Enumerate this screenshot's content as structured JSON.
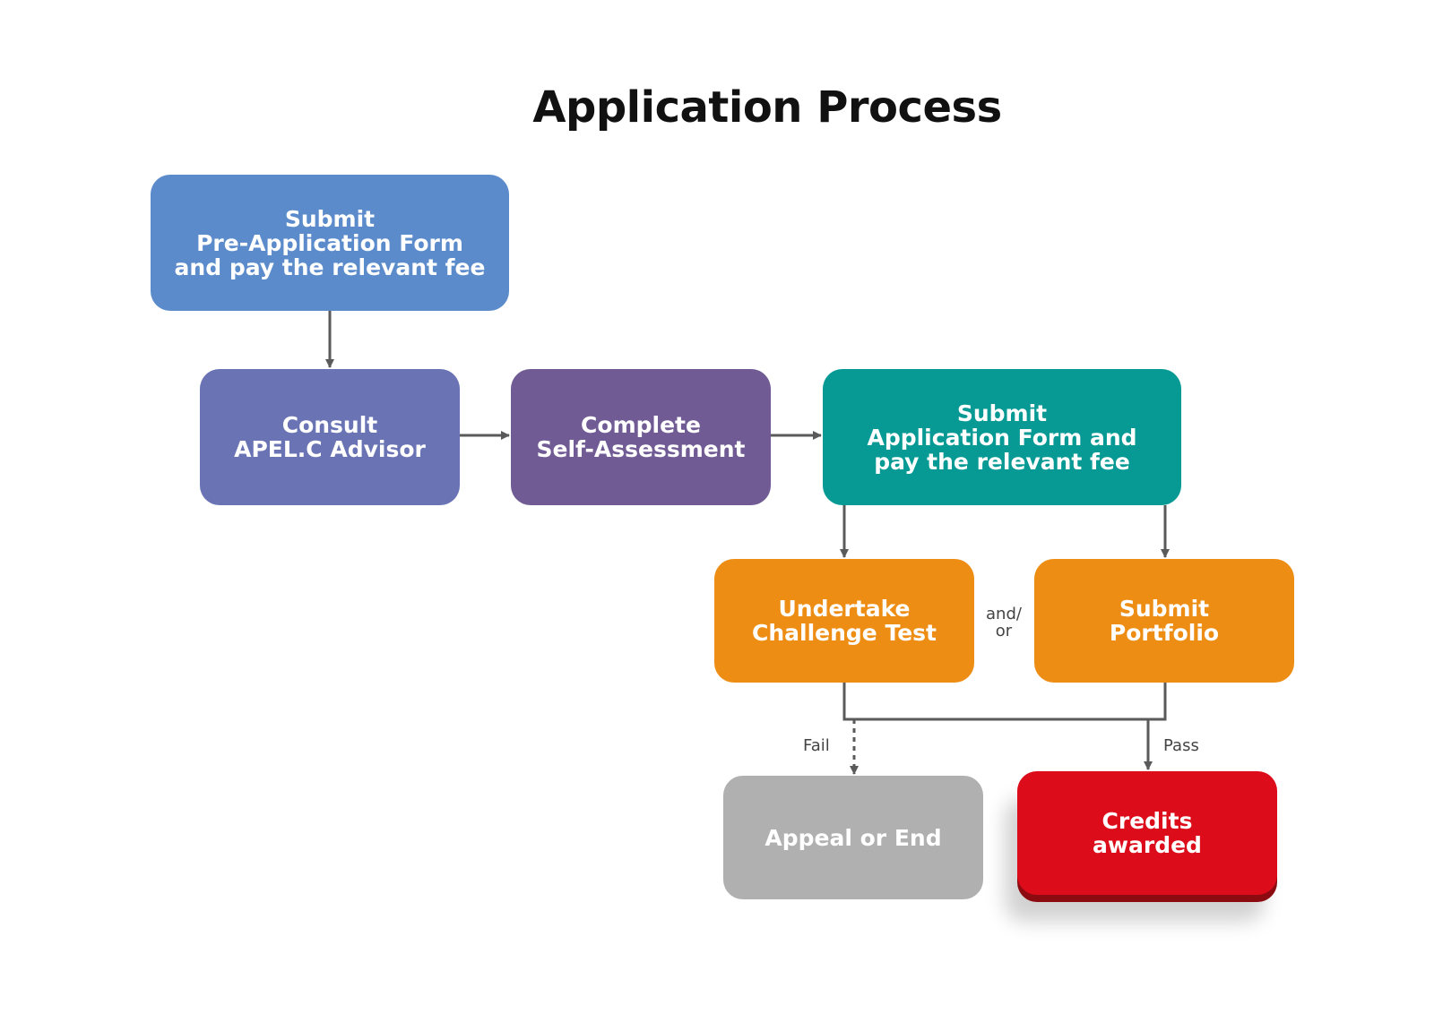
{
  "title": "Application Process",
  "steps": {
    "pre_application": {
      "lines": [
        "Submit",
        "Pre-Application Form",
        "and pay the relevant fee"
      ],
      "color": "#5b8bcb"
    },
    "consult": {
      "lines": [
        "Consult",
        "APEL.C Advisor"
      ],
      "color": "#6a74b5"
    },
    "self_assessment": {
      "lines": [
        "Complete",
        "Self-Assessment"
      ],
      "color": "#705b94"
    },
    "application": {
      "lines": [
        "Submit",
        "Application Form and",
        "pay the relevant fee"
      ],
      "color": "#079a94"
    },
    "challenge_test": {
      "lines": [
        "Undertake",
        "Challenge Test"
      ],
      "color": "#ee8d14"
    },
    "portfolio": {
      "lines": [
        "Submit",
        "Portfolio"
      ],
      "color": "#ee8d14"
    },
    "appeal": {
      "lines": [
        "Appeal or End"
      ],
      "color": "#b0b0b0"
    },
    "credits": {
      "lines": [
        "Credits",
        "awarded"
      ],
      "color": "#dc0c1a"
    }
  },
  "labels": {
    "and_or": [
      "and/",
      "or"
    ],
    "fail": "Fail",
    "pass": "Pass"
  },
  "connector_color": "#5a5a5a"
}
